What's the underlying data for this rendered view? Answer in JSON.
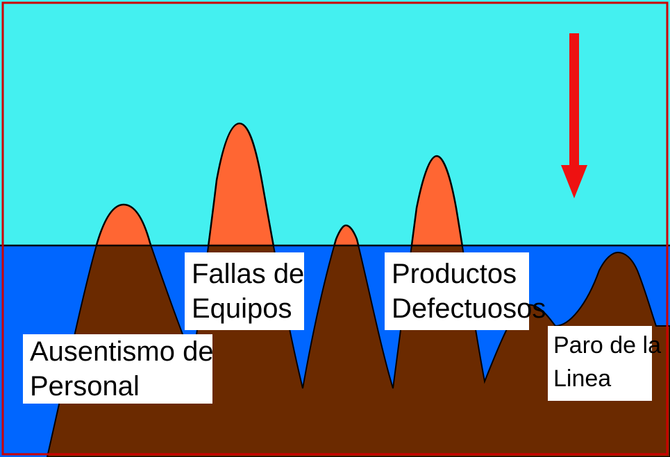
{
  "labels": {
    "ausentismo": {
      "line1": "Ausentismo de",
      "line2": "Personal"
    },
    "fallas": {
      "line1": "Fallas de",
      "line2": "Equipos"
    },
    "productos": {
      "line1": "Productos",
      "line2": "Defectuosos"
    },
    "paro": {
      "line1": "Paro de la",
      "line2": "Linea"
    }
  },
  "colors": {
    "sky": "#44f0f0",
    "water": "#0066ff",
    "rock": "#6b2a00",
    "peak": "#ff6633",
    "arrow": "#ee1111",
    "frame_border": "#cc0000",
    "waterline": "#000000"
  }
}
